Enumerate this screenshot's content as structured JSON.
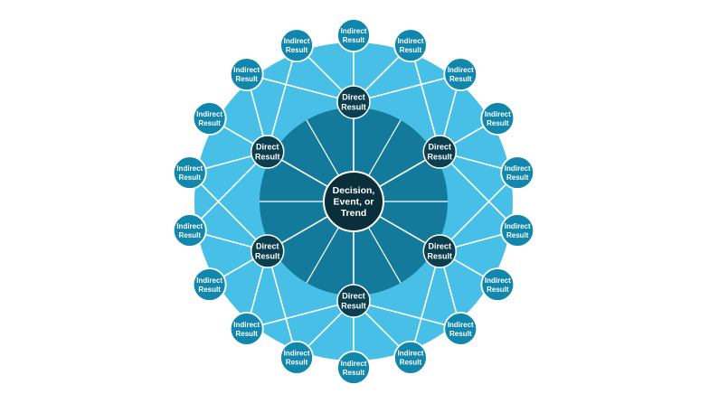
{
  "center": {
    "lines": [
      "Decision,",
      "Event, or",
      "Trend"
    ]
  },
  "direct": [
    {
      "lines": [
        "Direct",
        "Result"
      ]
    },
    {
      "lines": [
        "Direct",
        "Result"
      ]
    },
    {
      "lines": [
        "Direct",
        "Result"
      ]
    },
    {
      "lines": [
        "Direct",
        "Result"
      ]
    },
    {
      "lines": [
        "Direct",
        "Result"
      ]
    },
    {
      "lines": [
        "Direct",
        "Result"
      ]
    }
  ],
  "indirect": [
    {
      "lines": [
        "Indirect",
        "Result"
      ]
    },
    {
      "lines": [
        "Indirect",
        "Result"
      ]
    },
    {
      "lines": [
        "Indirect",
        "Result"
      ]
    },
    {
      "lines": [
        "Indirect",
        "Result"
      ]
    },
    {
      "lines": [
        "Indirect",
        "Result"
      ]
    },
    {
      "lines": [
        "Indirect",
        "Result"
      ]
    },
    {
      "lines": [
        "Indirect",
        "Result"
      ]
    },
    {
      "lines": [
        "Indirect",
        "Result"
      ]
    },
    {
      "lines": [
        "Indirect",
        "Result"
      ]
    },
    {
      "lines": [
        "Indirect",
        "Result"
      ]
    },
    {
      "lines": [
        "Indirect",
        "Result"
      ]
    },
    {
      "lines": [
        "Indirect",
        "Result"
      ]
    },
    {
      "lines": [
        "Indirect",
        "Result"
      ]
    },
    {
      "lines": [
        "Indirect",
        "Result"
      ]
    },
    {
      "lines": [
        "Indirect",
        "Result"
      ]
    },
    {
      "lines": [
        "Indirect",
        "Result"
      ]
    },
    {
      "lines": [
        "Indirect",
        "Result"
      ]
    },
    {
      "lines": [
        "Indirect",
        "Result"
      ]
    }
  ],
  "colors": {
    "outer_ring": "#48bfe6",
    "inner_disc": "#137a9c",
    "direct_node": "#0b3f4f",
    "indirect_node": "#1287ad",
    "center_node": "#0a2f3b",
    "line": "#ffffff",
    "text": "#ffffff"
  }
}
